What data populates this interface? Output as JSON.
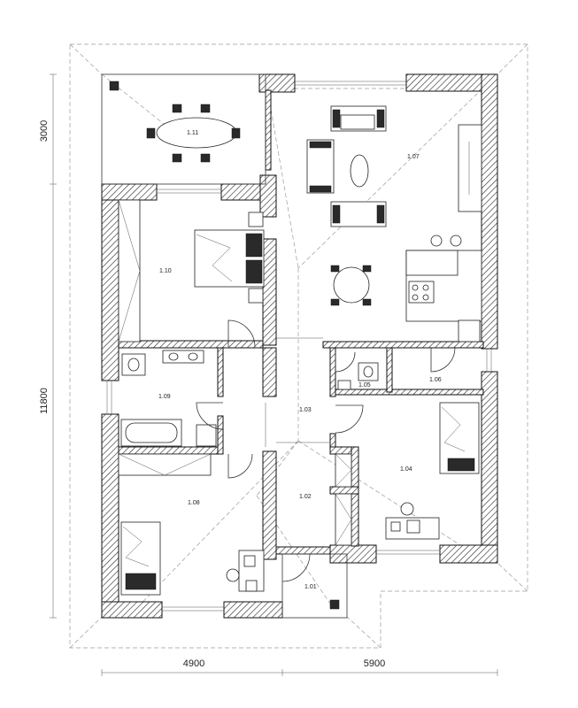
{
  "dimensions": {
    "top_left": "3000",
    "left_main": "11800",
    "bottom_left": "4900",
    "bottom_right": "5900"
  },
  "rooms": [
    {
      "id": "r-1-01",
      "label": "1.01"
    },
    {
      "id": "r-1-02",
      "label": "1.02"
    },
    {
      "id": "r-1-03",
      "label": "1.03"
    },
    {
      "id": "r-1-04",
      "label": "1.04"
    },
    {
      "id": "r-1-05",
      "label": "1.05"
    },
    {
      "id": "r-1-06",
      "label": "1.06"
    },
    {
      "id": "r-1-07",
      "label": "1.07"
    },
    {
      "id": "r-1-08",
      "label": "1.08"
    },
    {
      "id": "r-1-09",
      "label": "1.09"
    },
    {
      "id": "r-1-10",
      "label": "1.10"
    },
    {
      "id": "r-1-11",
      "label": "1.11"
    }
  ]
}
